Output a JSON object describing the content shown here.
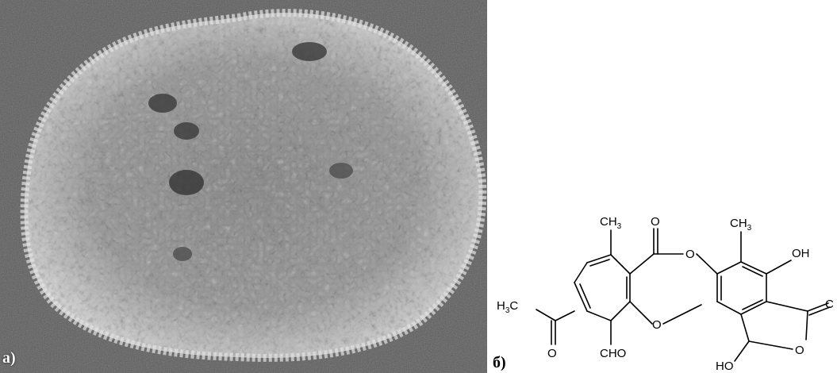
{
  "panels": {
    "a": {
      "label": "a)"
    },
    "b": {
      "label": "б)"
    }
  },
  "structure": {
    "atoms": {
      "ch3_left": {
        "main": "CH",
        "sub": "3"
      },
      "o_carbonyl": "O",
      "ch3_right": {
        "main": "CH",
        "sub": "3"
      },
      "o_ester": "O",
      "oh_top": "OH",
      "h3c": {
        "h": "H",
        "sub": "3",
        "c": "C"
      },
      "o_bridge": "O",
      "o_acetyl": "O",
      "cho": "CHO",
      "o_lactone_carbonyl": "C",
      "o_lactone_ring": "O",
      "ho_bottom": "HO"
    }
  },
  "colors": {
    "background": "#ffffff",
    "rock": "#5a5a5a",
    "lichen": "#a8a8a8"
  }
}
